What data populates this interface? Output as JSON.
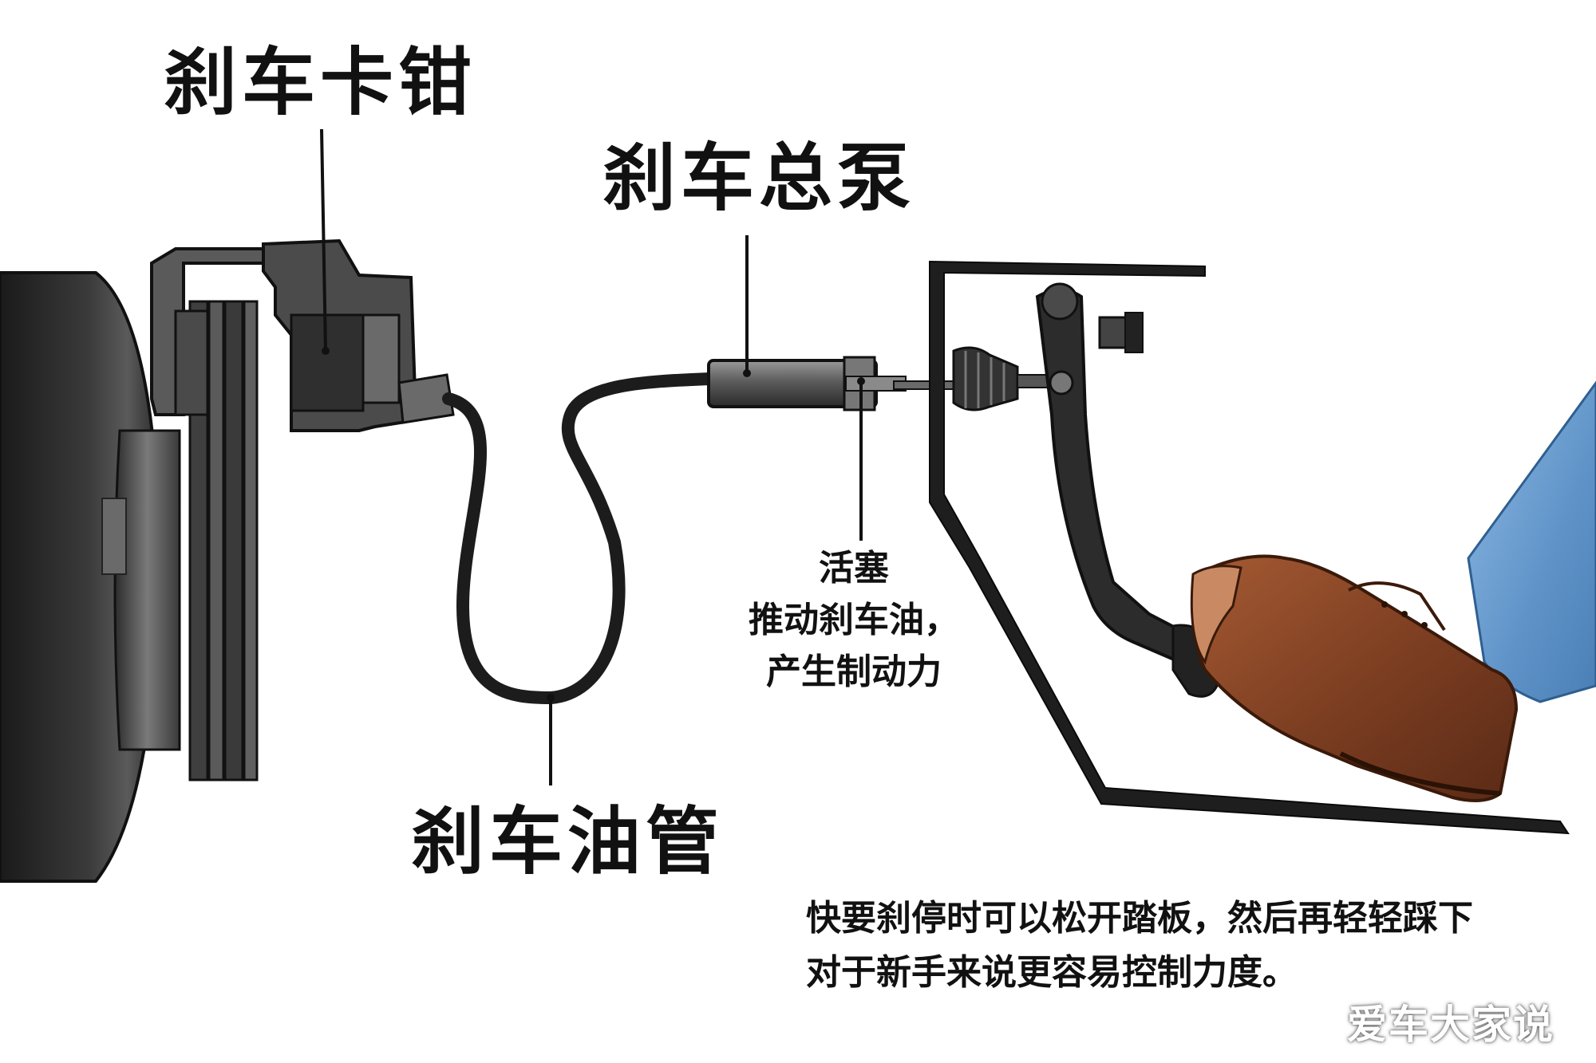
{
  "labels": {
    "caliper": "刹车卡钳",
    "master_cylinder": "刹车总泵",
    "brake_hose": "刹车油管",
    "piston": {
      "title": "活塞",
      "line1": "推动刹车油，",
      "line2": "产生制动力"
    }
  },
  "note": {
    "line1": "快要刹停时可以松开踏板，然后再轻轻踩下",
    "line2": "对于新手来说更容易控制力度。"
  },
  "watermark": "爱车大家说",
  "colors": {
    "text": "#111111",
    "tire": "#2b2b2b",
    "metal_dark": "#3a3a3a",
    "metal_mid": "#6d6d6d",
    "hose": "#1c1c1c",
    "shoe_brown": "#8a4a2a",
    "jeans_blue": "#6b9fd0"
  },
  "icons": [
    "wheel-icon",
    "brake-disc-icon",
    "caliper-icon",
    "master-cylinder-icon",
    "pedal-icon",
    "shoe-icon"
  ]
}
